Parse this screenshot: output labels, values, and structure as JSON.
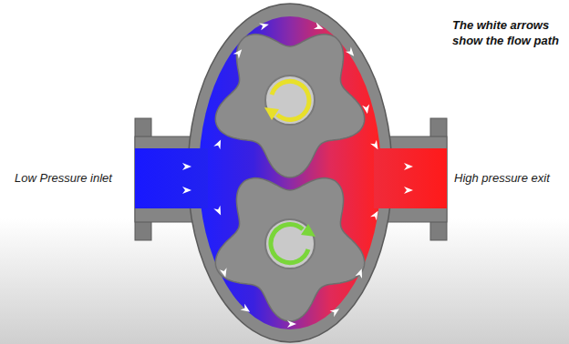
{
  "diagram": {
    "labels": [
      "The white arrows show the flow path",
      "Low Pressure inlet",
      "High pressure exit"
    ]
  }
}
